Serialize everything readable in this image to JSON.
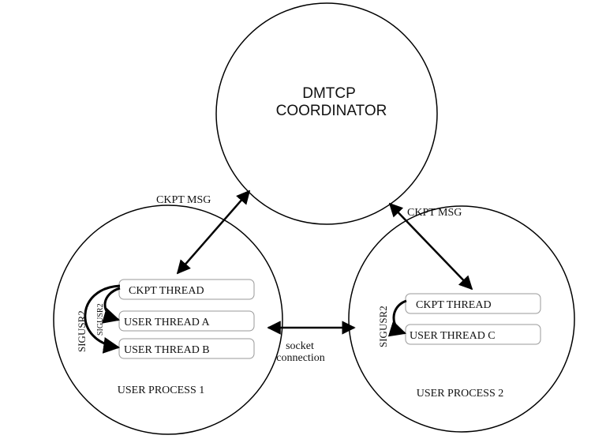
{
  "coordinator": {
    "line1": "DMTCP",
    "line2": "COORDINATOR"
  },
  "messages": {
    "left": "CKPT MSG",
    "right": "CKPT MSG"
  },
  "process1": {
    "label": "USER PROCESS 1",
    "threads": [
      "CKPT THREAD",
      "USER THREAD A",
      "USER THREAD B"
    ],
    "signal_outer": "SIGUSR2",
    "signal_inner": "SIGUSR2"
  },
  "process2": {
    "label": "USER PROCESS 2",
    "threads": [
      "CKPT THREAD",
      "USER THREAD C"
    ],
    "signal": "SIGUSR2"
  },
  "socket": {
    "line1": "socket",
    "line2": "connection"
  }
}
